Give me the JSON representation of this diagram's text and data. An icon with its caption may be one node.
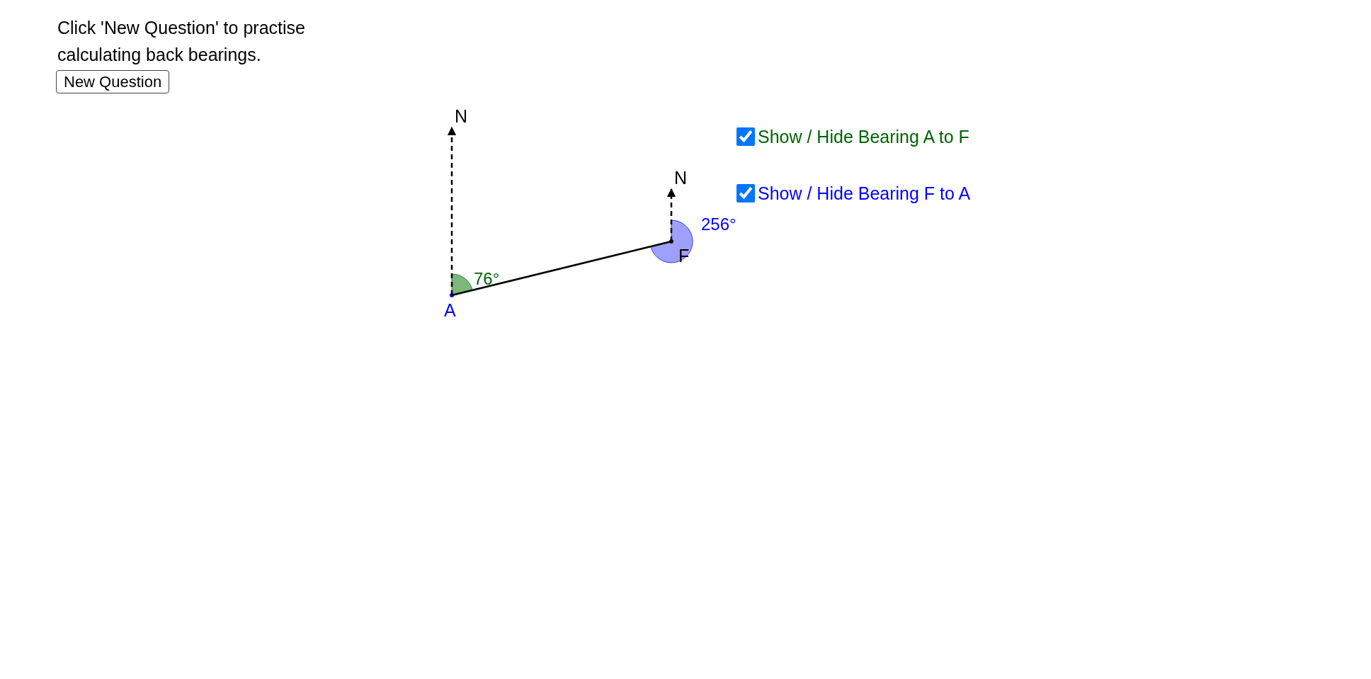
{
  "diagram": {
    "nodes": [
      {
        "text": [
          "A"
        ]
      },
      {
        "text": [
          "F"
        ]
      },
      {
        "text": [
          "N"
        ]
      },
      {
        "text": [
          "N"
        ]
      }
    ],
    "edges": [
      {
        "from": 0,
        "to": 1,
        "arrow": "none"
      },
      {
        "from": 0,
        "to": 2,
        "arrow": "to",
        "style": "dashed"
      },
      {
        "from": 1,
        "to": 3,
        "arrow": "to",
        "style": "dashed"
      }
    ],
    "labels": [
      "Click 'New Question' to practise calculating back bearings.",
      "New Question",
      "76°",
      "256°",
      "Show / Hide Bearing A to F",
      "Show / Hide Bearing F to A"
    ]
  }
}
